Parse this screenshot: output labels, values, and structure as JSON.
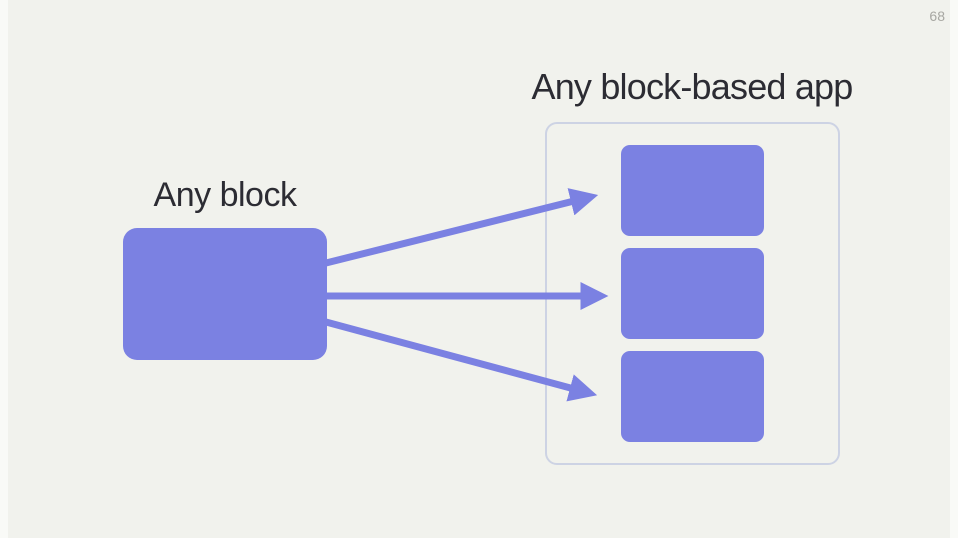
{
  "page": {
    "number": "68"
  },
  "diagram": {
    "source": {
      "label": "Any block"
    },
    "target": {
      "title": "Any block-based app",
      "blocks": [
        {
          "name": "app-block-1"
        },
        {
          "name": "app-block-2"
        },
        {
          "name": "app-block-3"
        }
      ]
    },
    "arrows": [
      {
        "from": "any-block",
        "to": "app-block-1"
      },
      {
        "from": "any-block",
        "to": "app-block-2"
      },
      {
        "from": "any-block",
        "to": "app-block-3"
      }
    ]
  },
  "colors": {
    "background": "#f1f2ed",
    "block_fill": "#7b81e2",
    "arrow": "#7b81e2",
    "container_border": "#cdd3e4",
    "text": "#2c2c33",
    "page_number": "#a7a7a2"
  }
}
